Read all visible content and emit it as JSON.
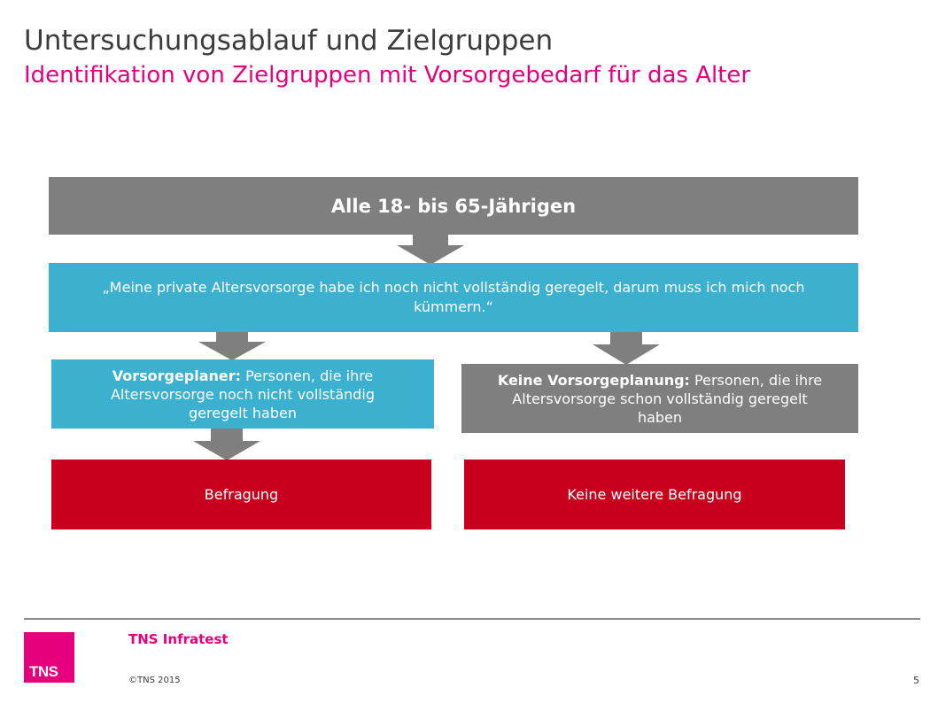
{
  "header": {
    "title": "Untersuchungsablauf und Zielgruppen",
    "subtitle": "Identifikation von Zielgruppen mit Vorsorgebedarf für das Alter"
  },
  "diagram": {
    "top_box": "Alle 18- bis 65-Jährigen",
    "quote_box": "„Meine private Altersvorsorge habe ich noch nicht vollständig geregelt, darum muss ich mich noch kümmern.“",
    "left_box": {
      "bold": "Vorsorgeplaner:",
      "text": " Personen, die ihre Altersvorsorge noch nicht vollständig geregelt haben"
    },
    "right_box": {
      "bold": "Keine Vorsorgeplanung:",
      "text": " Personen, die ihre Altersvorsorge schon vollständig geregelt haben"
    },
    "left_result": "Befragung",
    "right_result": "Keine weitere Befragung"
  },
  "colors": {
    "accent": "#e6007e",
    "gray": "#7f7f7f",
    "blue": "#3cb1cf",
    "red": "#c8001e"
  },
  "footer": {
    "logo_text": "TNS",
    "company": "TNS Infratest",
    "copyright": "©TNS 2015",
    "page_number": "5"
  }
}
